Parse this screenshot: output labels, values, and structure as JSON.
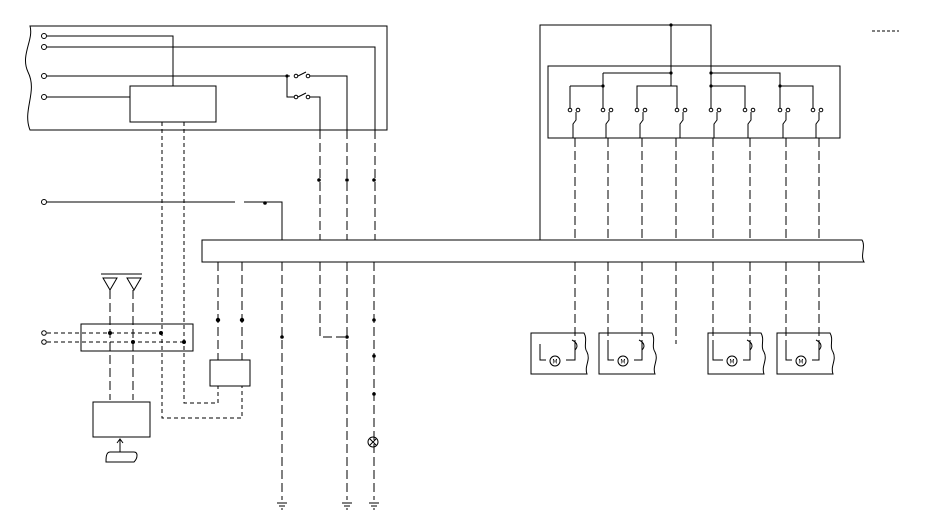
{
  "diagram": {
    "legend_label": "",
    "colors": {
      "line": "#000000",
      "background": "#ffffff"
    },
    "motors": [
      {
        "label": "M"
      },
      {
        "label": "M"
      },
      {
        "label": "M"
      },
      {
        "label": "M"
      }
    ]
  }
}
